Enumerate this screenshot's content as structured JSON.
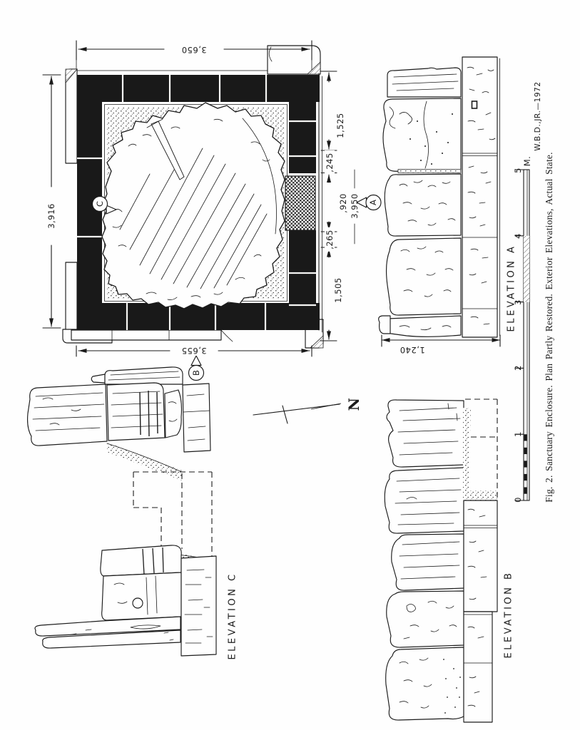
{
  "figure": {
    "caption": "Fig. 2. Sanctuary Enclosure. Plan Partly Restored. Exterior Elevations, Actual State.",
    "signature": "W.B.D.,JR.—1972",
    "north_label": "N"
  },
  "plan": {
    "dim_top": "3,650",
    "dim_left": "3,916",
    "dim_bottom": "3,655",
    "dim_overall": "3,950",
    "chain": [
      "1,525",
      ",245",
      ",920",
      ",265",
      "1,505"
    ],
    "markers": {
      "a": "A",
      "b": "B",
      "c": "C"
    }
  },
  "elevations": {
    "a": {
      "label": "ELEVATION A",
      "height_dim": "1,240"
    },
    "b": {
      "label": "ELEVATION B"
    },
    "c": {
      "label": "ELEVATION C"
    }
  },
  "scale_bar": {
    "unit": "M.",
    "ticks": [
      "0",
      "1",
      "2",
      "3",
      "4",
      "5"
    ]
  }
}
